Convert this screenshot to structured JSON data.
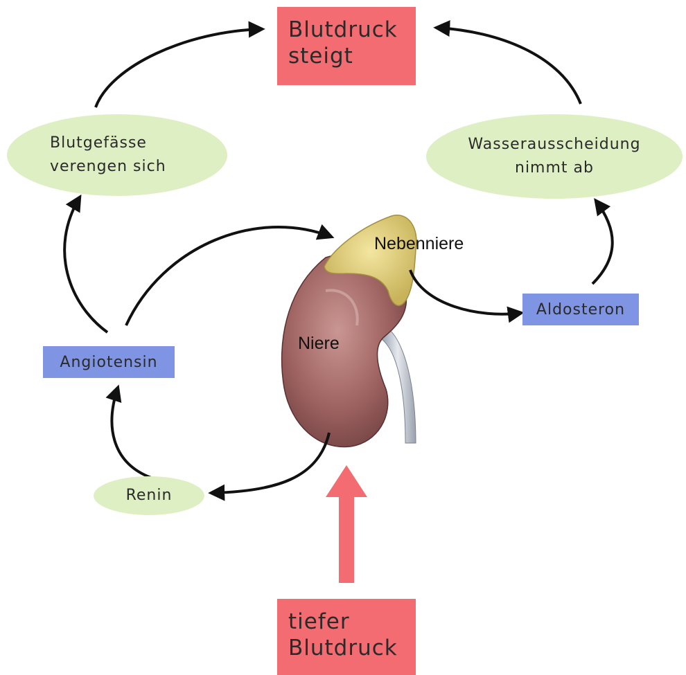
{
  "nodes": {
    "bp_rises": [
      "Blutdruck",
      "steigt"
    ],
    "low_bp": [
      "tiefer",
      "Blutdruck"
    ],
    "vessels": [
      "Blutgefässe",
      "verengen sich"
    ],
    "water": [
      "Wasserausscheidung",
      "nimmt ab"
    ],
    "angiotensin": "Angiotensin",
    "aldosteron": "Aldosteron",
    "renin": "Renin",
    "niere": "Niere",
    "nebenniere": "Nebenniere"
  },
  "colors": {
    "red_box": "#f26c72",
    "green_oval": "#dfefc4",
    "blue_box": "#7f95e3",
    "arrow": "#111111"
  }
}
